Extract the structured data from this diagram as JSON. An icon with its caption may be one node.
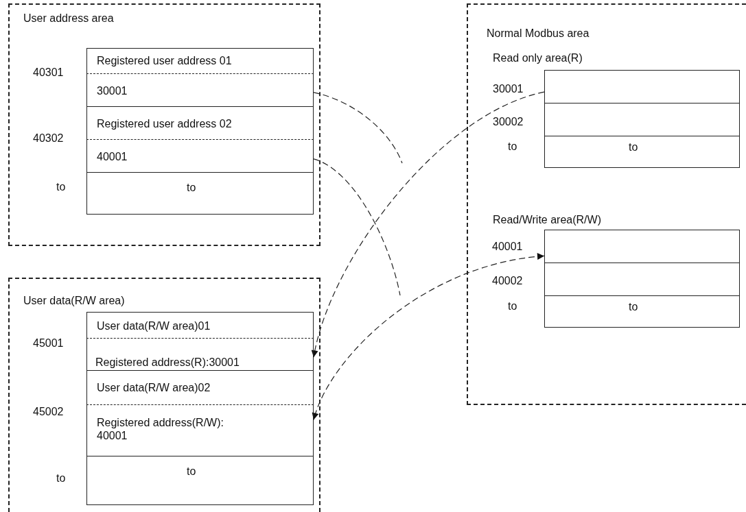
{
  "diagram": {
    "nodes": [
      {
        "text": [
          "User address area"
        ]
      },
      {
        "text": [
          "Registered user address 01"
        ],
        "in": 0
      },
      {
        "text": [
          "30001"
        ],
        "in": 0
      },
      {
        "text": [
          "Registered user address 02"
        ],
        "in": 0
      },
      {
        "text": [
          "40001"
        ],
        "in": 0
      },
      {
        "text": [
          "to"
        ],
        "in": 0
      },
      {
        "text": [
          "Normal Modbus area"
        ]
      },
      {
        "text": [],
        "shape": "box",
        "in": 6
      },
      {
        "text": [],
        "shape": "box",
        "in": 6
      },
      {
        "text": [
          "to"
        ],
        "in": 6
      },
      {
        "text": [],
        "shape": "box",
        "in": 6
      },
      {
        "text": [],
        "shape": "box",
        "in": 6
      },
      {
        "text": [
          "to"
        ],
        "in": 6
      },
      {
        "text": [
          "User data(R/W area)"
        ]
      },
      {
        "text": [
          "User data(R/W area)01"
        ],
        "in": 13
      },
      {
        "text": [
          "Registered address(R):30001"
        ],
        "in": 13
      },
      {
        "text": [
          "User data(R/W area)02"
        ],
        "in": 13
      },
      {
        "text": [
          "Registered address(R/W): 40001"
        ],
        "in": 13
      },
      {
        "text": [
          "to"
        ],
        "in": 13
      }
    ],
    "edges": [
      {
        "from": 2,
        "to": null,
        "arrow": "none",
        "style": "dashed"
      },
      {
        "from": 4,
        "to": null,
        "arrow": "none",
        "style": "dashed"
      },
      {
        "from": 7,
        "to": 15,
        "arrow": "to",
        "style": "dashed"
      },
      {
        "from": 10,
        "to": 17,
        "arrow": "both",
        "style": "dashed"
      }
    ],
    "labels": [
      "40301",
      "40302",
      "to",
      "Read only area(R)",
      "30001",
      "30002",
      "to",
      "Read/Write area(R/W)",
      "40001",
      "40002",
      "to",
      "45001",
      "45002",
      "to"
    ]
  }
}
